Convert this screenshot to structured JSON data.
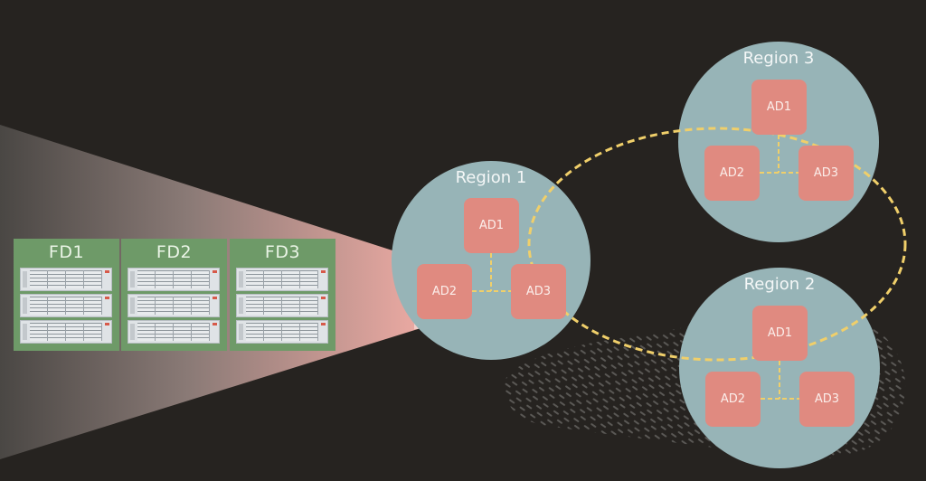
{
  "colors": {
    "background": "#262320",
    "fault_domain": "#6e9a68",
    "region": "#97b4b7",
    "availability_domain": "#e08a80",
    "link": "#f0cf6a",
    "beam_start": "#4a4744",
    "beam_end": "#e6a8a0"
  },
  "fault_domains": [
    {
      "label": "FD1",
      "servers": 3
    },
    {
      "label": "FD2",
      "servers": 3
    },
    {
      "label": "FD3",
      "servers": 3
    }
  ],
  "regions": [
    {
      "id": "region1",
      "label": "Region 1",
      "ads": [
        "AD1",
        "AD2",
        "AD3"
      ]
    },
    {
      "id": "region3",
      "label": "Region 3",
      "ads": [
        "AD1",
        "AD2",
        "AD3"
      ]
    },
    {
      "id": "region2",
      "label": "Region 2",
      "ads": [
        "AD1",
        "AD2",
        "AD3"
      ]
    }
  ]
}
